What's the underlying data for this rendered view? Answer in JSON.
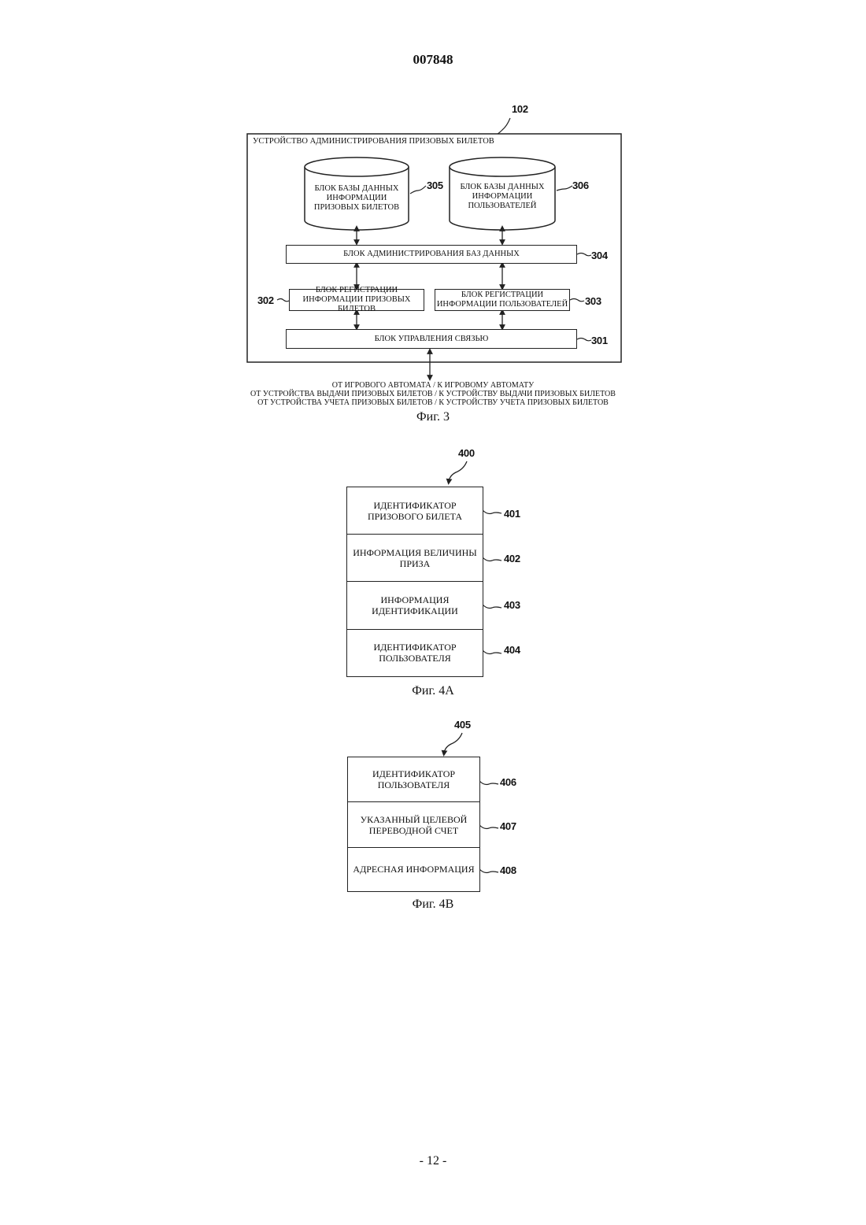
{
  "header": {
    "doc_number": "007848"
  },
  "footer": {
    "page_number": "- 12 -"
  },
  "fig3": {
    "ref_device": "102",
    "device_title": "УСТРОЙСТВО АДМИНИСТРИРОВАНИЯ ПРИЗОВЫХ БИЛЕТОВ",
    "db_prize": {
      "ref": "305",
      "label": "БЛОК БАЗЫ ДАННЫХ ИНФОРМАЦИИ ПРИЗОВЫХ БИЛЕТОВ"
    },
    "db_users": {
      "ref": "306",
      "label": "БЛОК БАЗЫ ДАННЫХ ИНФОРМАЦИИ ПОЛЬЗОВАТЕЛЕЙ"
    },
    "db_admin": {
      "ref": "304",
      "label": "БЛОК АДМИНИСТРИРОВАНИЯ БАЗ ДАННЫХ"
    },
    "reg_prize": {
      "ref": "302",
      "label": "БЛОК РЕГИСТРАЦИИ ИНФОРМАЦИИ ПРИЗОВЫХ БИЛЕТОВ"
    },
    "reg_users": {
      "ref": "303",
      "label": "БЛОК РЕГИСТРАЦИИ ИНФОРМАЦИИ ПОЛЬЗОВАТЕЛЕЙ"
    },
    "comm": {
      "ref": "301",
      "label": "БЛОК УПРАВЛЕНИЯ СВЯЗЬЮ"
    },
    "external_lines": [
      "ОТ ИГРОВОГО АВТОМАТА / К ИГРОВОМУ АВТОМАТУ",
      "ОТ УСТРОЙСТВА ВЫДАЧИ ПРИЗОВЫХ БИЛЕТОВ / К УСТРОЙСТВУ ВЫДАЧИ ПРИЗОВЫХ БИЛЕТОВ",
      "ОТ УСТРОЙСТВА УЧЕТА ПРИЗОВЫХ БИЛЕТОВ / К УСТРОЙСТВУ УЧЕТА ПРИЗОВЫХ БИЛЕТОВ"
    ],
    "caption": "Фиг. 3"
  },
  "fig4a": {
    "ref": "400",
    "fields": [
      {
        "ref": "401",
        "label": "ИДЕНТИФИКАТОР ПРИЗОВОГО БИЛЕТА"
      },
      {
        "ref": "402",
        "label": "ИНФОРМАЦИЯ ВЕЛИЧИНЫ ПРИЗА"
      },
      {
        "ref": "403",
        "label": "ИНФОРМАЦИЯ ИДЕНТИФИКАЦИИ"
      },
      {
        "ref": "404",
        "label": "ИДЕНТИФИКАТОР ПОЛЬЗОВАТЕЛЯ"
      }
    ],
    "caption": "Фиг. 4А"
  },
  "fig4b": {
    "ref": "405",
    "fields": [
      {
        "ref": "406",
        "label": "ИДЕНТИФИКАТОР ПОЛЬЗОВАТЕЛЯ"
      },
      {
        "ref": "407",
        "label": "УКАЗАННЫЙ ЦЕЛЕВОЙ ПЕРЕВОДНОЙ СЧЕТ"
      },
      {
        "ref": "408",
        "label": "АДРЕСНАЯ ИНФОРМАЦИЯ"
      }
    ],
    "caption": "Фиг. 4В"
  }
}
